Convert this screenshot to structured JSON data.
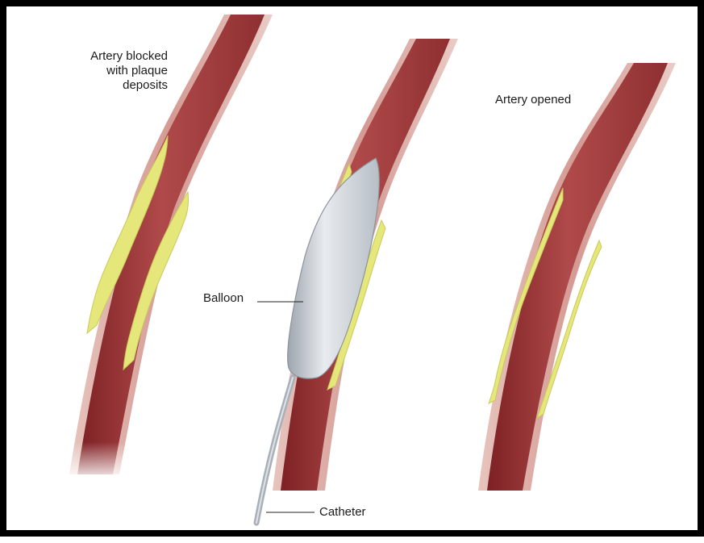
{
  "labels": {
    "blocked": [
      "Artery blocked",
      "with plaque",
      "deposits"
    ],
    "opened": "Artery opened",
    "balloon": "Balloon",
    "catheter": "Catheter"
  },
  "colors": {
    "frame": "#000000",
    "vessel_wall": "#d9a6a0",
    "vessel_lumen": "#a83e40",
    "lumen_shadow": "#7d2124",
    "plaque": "#e6e77a",
    "balloon": "#c9ced6",
    "catheter": "#a9b0b8"
  }
}
